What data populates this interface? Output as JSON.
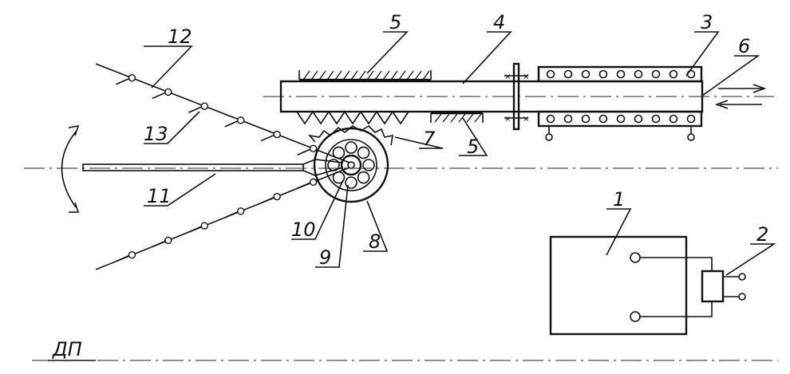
{
  "labels": {
    "l1": "1",
    "l2": "2",
    "l3": "3",
    "l4": "4",
    "l5a": "5",
    "l5b": "5",
    "l6": "6",
    "l7": "7",
    "l8": "8",
    "l9": "9",
    "l10": "10",
    "l11": "11",
    "l12": "12",
    "l13": "13",
    "dp": "ДП"
  },
  "colors": {
    "ink": "#111111",
    "paper": "#ffffff"
  }
}
